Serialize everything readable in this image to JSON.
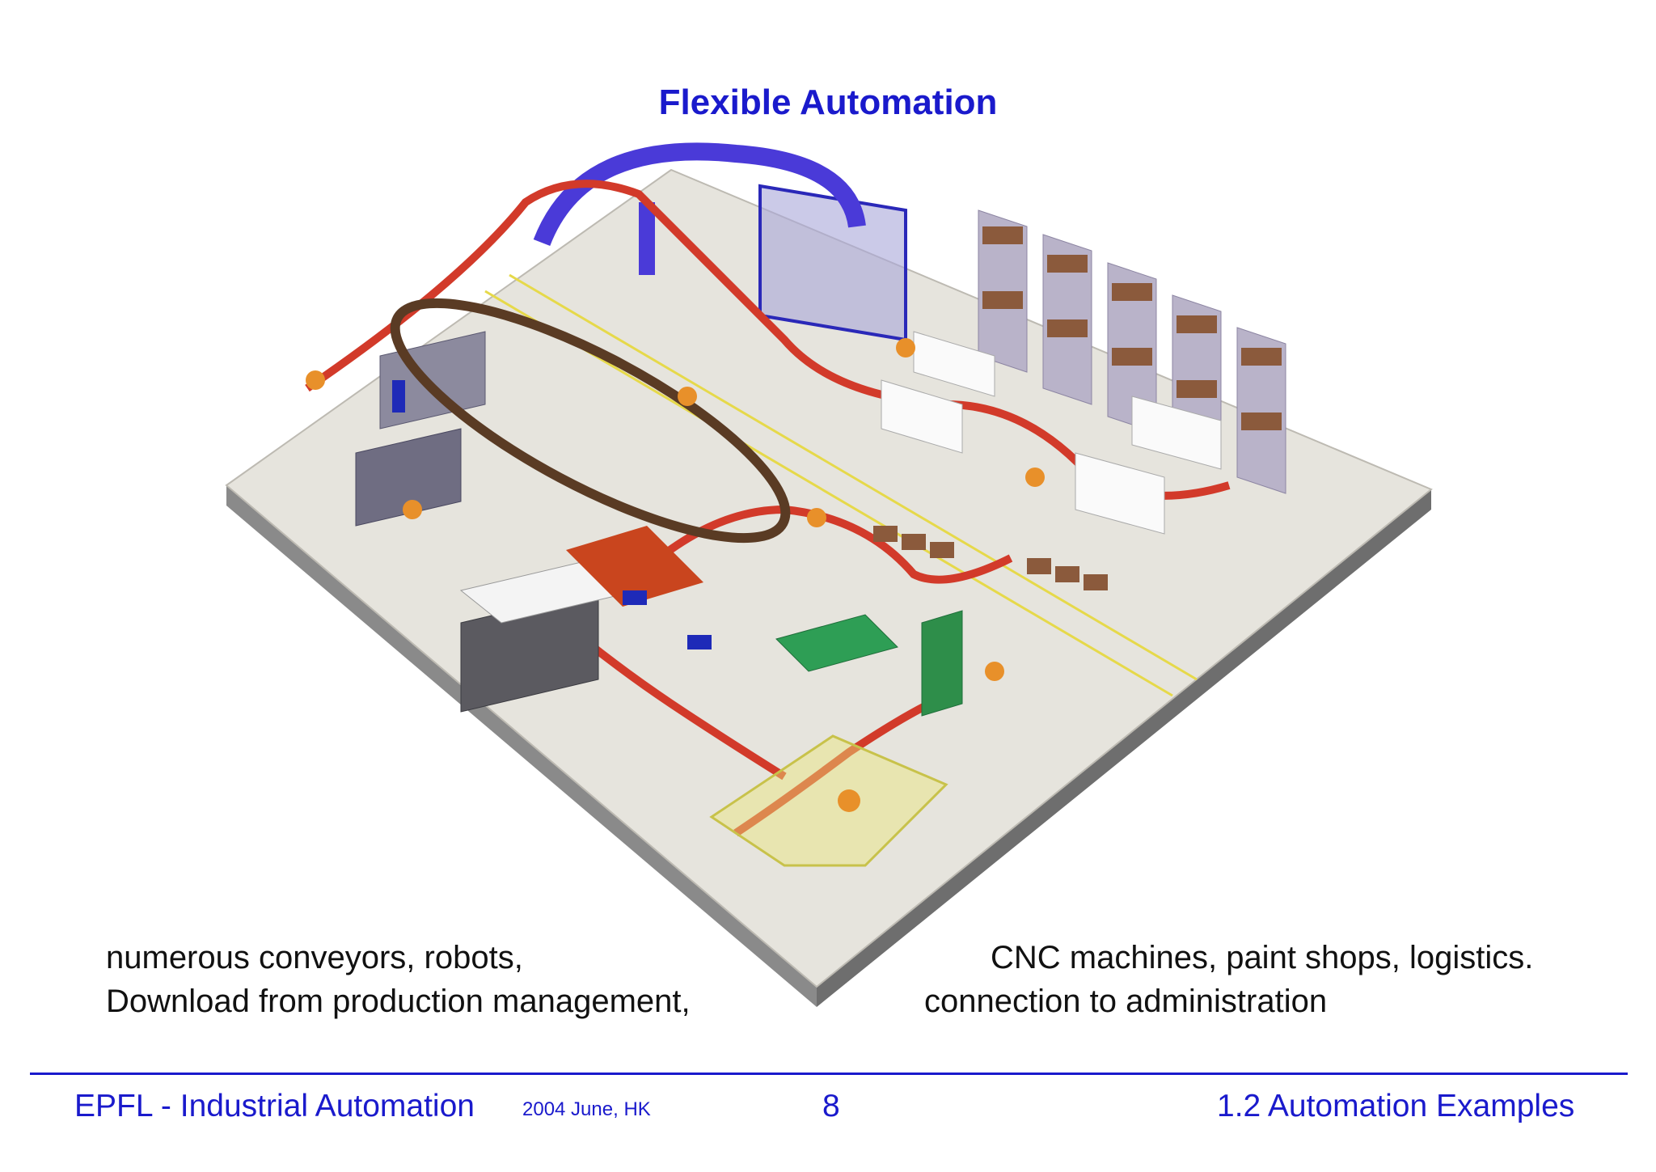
{
  "slide": {
    "title": "Flexible Automation",
    "text": {
      "left_line1": "numerous conveyors, robots,",
      "left_line2": "Download from production management,",
      "right_line1": "CNC machines, paint shops, logistics.",
      "right_line2": "connection to administration"
    }
  },
  "footer": {
    "course": "EPFL - Industrial Automation",
    "date": "2004 June, HK",
    "page": "8",
    "section": "1.2 Automation Examples"
  },
  "colors": {
    "accent_blue": "#1a1acc",
    "conveyor_red": "#d23a2a",
    "robot_orange": "#e8902a",
    "floor": "#e6e4dd"
  },
  "illustration": {
    "icon": "factory-floor-illustration"
  }
}
